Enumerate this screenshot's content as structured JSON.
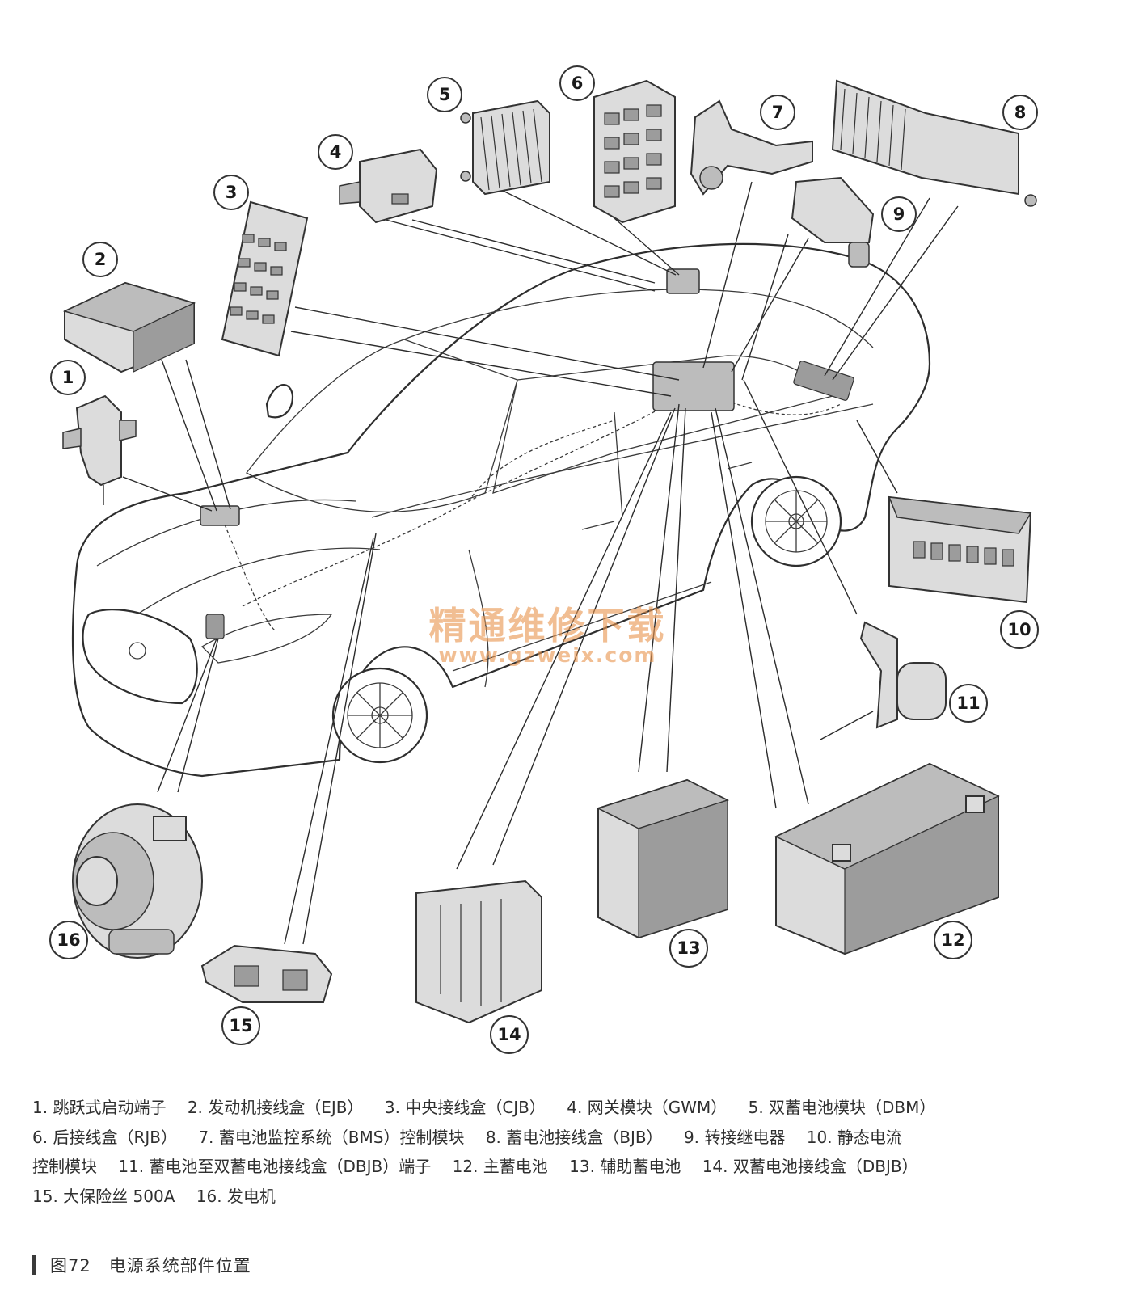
{
  "watermark": {
    "text": "精通维修下载",
    "url": "www.gzweix.com",
    "color": "#e89650"
  },
  "callouts": [
    "1",
    "2",
    "3",
    "4",
    "5",
    "6",
    "7",
    "8",
    "9",
    "10",
    "11",
    "12",
    "13",
    "14",
    "15",
    "16"
  ],
  "legend": {
    "line1": [
      "1. 跳跃式启动端子",
      "2. 发动机接线盒（EJB）",
      "3. 中央接线盒（CJB）",
      "4. 网关模块（GWM）",
      "5. 双蓄电池模块（DBM）"
    ],
    "line2": [
      "6. 后接线盒（RJB）",
      "7. 蓄电池监控系统（BMS）控制模块",
      "8. 蓄电池接线盒（BJB）",
      "9. 转接继电器",
      "10. 静态电流"
    ],
    "line3": [
      "控制模块",
      "11. 蓄电池至双蓄电池接线盒（DBJB）端子",
      "12. 主蓄电池",
      "13. 辅助蓄电池",
      "14. 双蓄电池接线盒（DBJB）"
    ],
    "line4": [
      "15. 大保险丝 500A",
      "16. 发电机"
    ]
  },
  "caption": "图72　电源系统部件位置"
}
